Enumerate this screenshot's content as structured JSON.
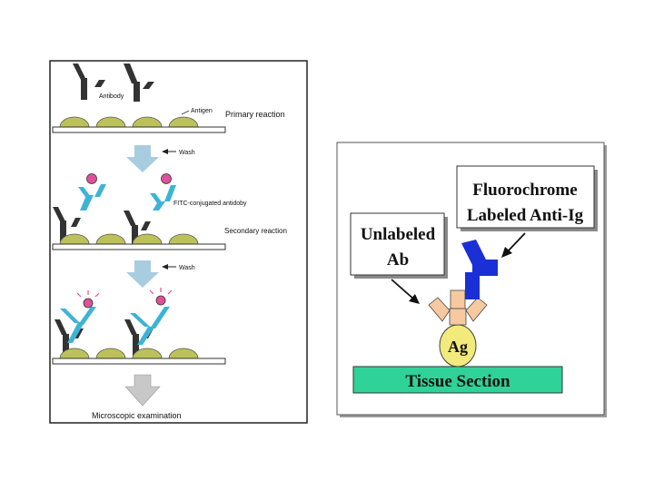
{
  "left_panel": {
    "antibody_label": "Antibody",
    "antigen_label": "Antigen",
    "primary_reaction_label": "Primary reaction",
    "wash_label_1": "Wash",
    "fitc_label": "FITC-conjugated antidoby",
    "secondary_reaction_label": "Secondary reaction",
    "wash_label_2": "Wash",
    "microscopic_label": "Microscopic examination"
  },
  "right_panel": {
    "fluorochrome_line1": "Fluorochrome",
    "fluorochrome_line2": "Labeled Anti-Ig",
    "unlabeled_line1": "Unlabeled",
    "unlabeled_line2": "Ab",
    "antigen_label": "Ag",
    "tissue_label": "Tissue Section"
  },
  "colors": {
    "primary_antibody": "#333333",
    "antigen": "#bcc15a",
    "arrow_down": "#a9cde0",
    "arrow_final": "#c8c8c8",
    "secondary_antibody": "#3db4d6",
    "fitc_dye": "#e0509a",
    "unlabeled_ab": "#f6c9a0",
    "labeled_anti_ig": "#1a2fd6",
    "ag_circle": "#f2ea7a",
    "tissue": "#2fd39a"
  }
}
